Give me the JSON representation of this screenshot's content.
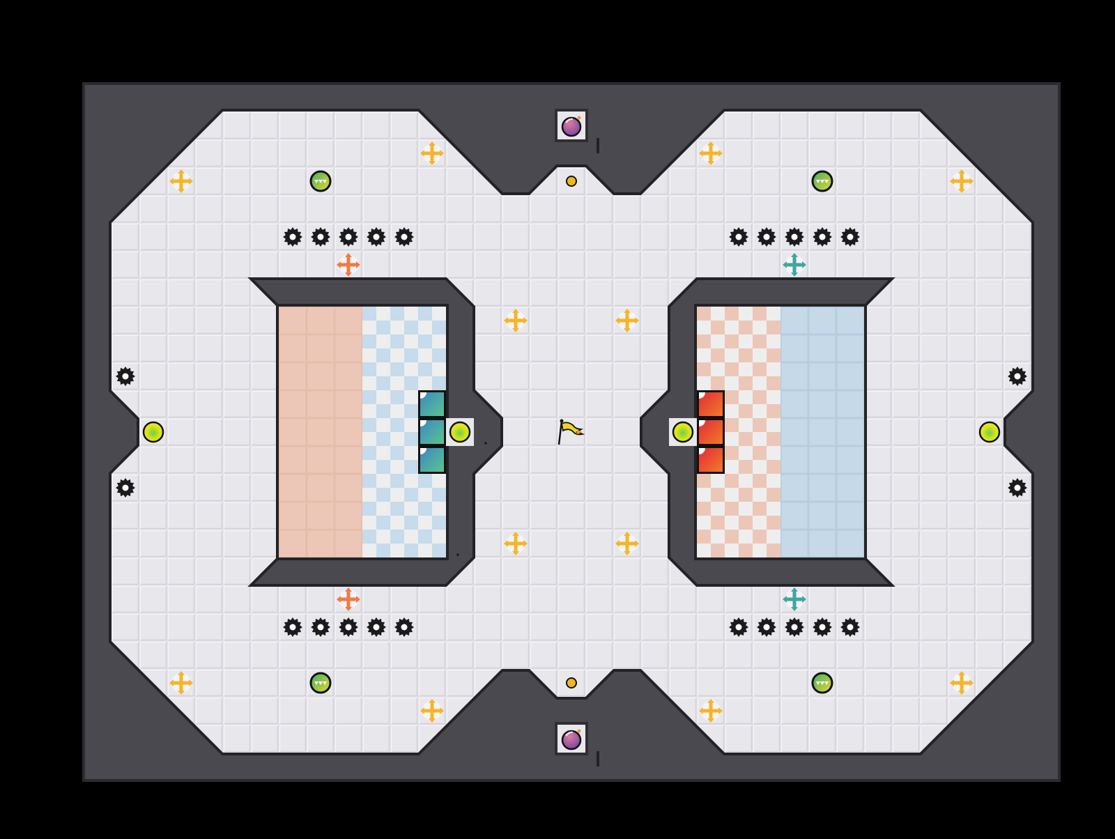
{
  "game": {
    "colors": {
      "background": "#000000",
      "wall": "#4a494f",
      "wall_edge": "#232226",
      "floor": "#e4e3e8",
      "floor_line": "#ffffff",
      "salmon": "#ecc7b7",
      "blue": "#c5d9e8",
      "checker_light": "#eeeeef",
      "star_yellow": "#f5b52a",
      "arrow_orange": "#f07a45",
      "arrow_teal": "#3fa6a0",
      "gear": "#1b1b1d",
      "switch_yellow": "#e0e61c",
      "block_teal": "#3f96b2",
      "block_red": "#e8382c",
      "pot_purple": "#8f4f9a",
      "coin_gold": "#f2b61e",
      "flag_yellow": "#f0d226"
    },
    "player": {
      "icon": "flag-icon"
    },
    "items": {
      "pots": [
        {
          "icon": "bomb-pot-icon"
        },
        {
          "icon": "bomb-pot-icon"
        }
      ],
      "coins": [
        {
          "icon": "coin-icon"
        },
        {
          "icon": "coin-icon"
        }
      ],
      "switches": [
        {
          "icon": "switch-icon"
        },
        {
          "icon": "switch-icon"
        },
        {
          "icon": "switch-icon"
        },
        {
          "icon": "switch-icon"
        }
      ],
      "teal_blocks": 3,
      "red_blocks": 3,
      "gears": 24,
      "sparkles": 16,
      "conveyor_orbs": 4,
      "push_arrows": {
        "orange": 2,
        "teal": 2
      }
    }
  }
}
